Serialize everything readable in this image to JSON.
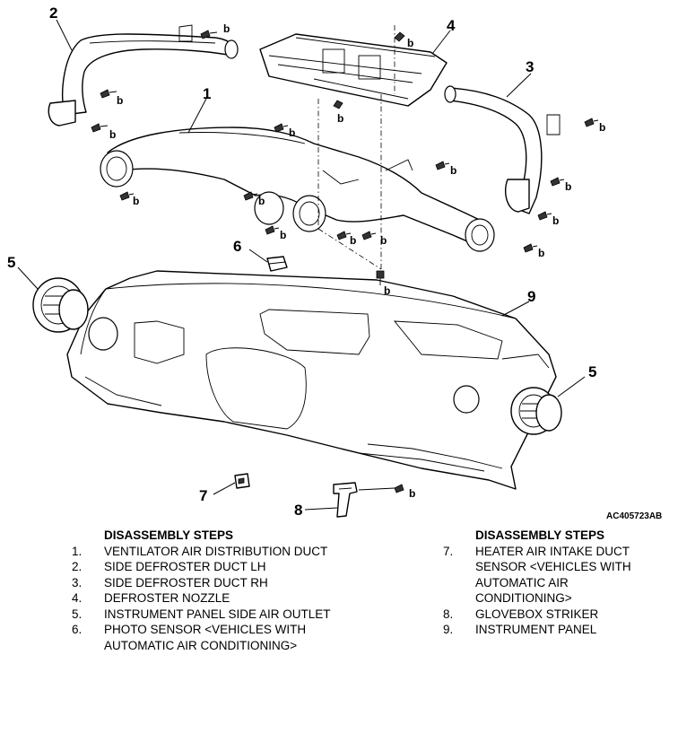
{
  "figure": {
    "code": "AC405723AB",
    "callouts": [
      "1",
      "2",
      "3",
      "4",
      "5",
      "5",
      "6",
      "7",
      "8",
      "9"
    ],
    "bolt_label": "b"
  },
  "steps_left": {
    "heading": "DISASSEMBLY STEPS",
    "items": [
      {
        "num": "1.",
        "text": "VENTILATOR AIR DISTRIBUTION DUCT"
      },
      {
        "num": "2.",
        "text": "SIDE DEFROSTER DUCT LH"
      },
      {
        "num": "3.",
        "text": "SIDE DEFROSTER DUCT RH"
      },
      {
        "num": "4.",
        "text": "DEFROSTER NOZZLE"
      },
      {
        "num": "5.",
        "text": "INSTRUMENT PANEL SIDE AIR OUTLET"
      },
      {
        "num": "6.",
        "text": "PHOTO SENSOR <VEHICLES WITH AUTOMATIC AIR CONDITIONING>"
      }
    ]
  },
  "steps_right": {
    "heading": "DISASSEMBLY STEPS",
    "items": [
      {
        "num": "7.",
        "text": "HEATER AIR INTAKE DUCT SENSOR <VEHICLES WITH AUTOMATIC AIR CONDITIONING>"
      },
      {
        "num": "8.",
        "text": "GLOVEBOX STRIKER"
      },
      {
        "num": "9.",
        "text": "INSTRUMENT PANEL"
      }
    ]
  }
}
